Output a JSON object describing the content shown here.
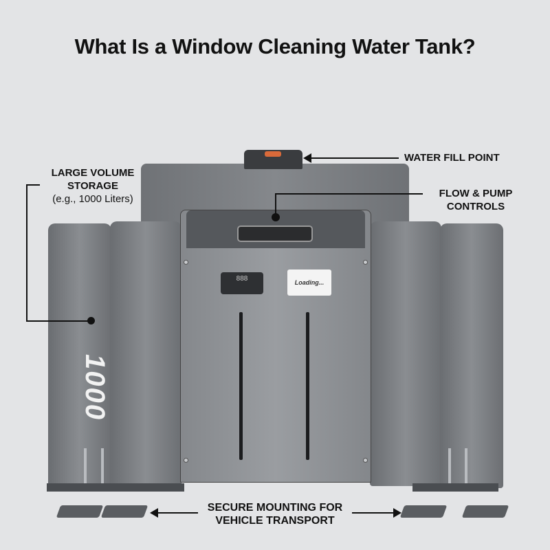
{
  "title": "What Is a Window Cleaning Water Tank?",
  "labels": {
    "fill_point": "WATER FILL POINT",
    "controls_line1": "FLOW & PUMP",
    "controls_line2": "CONTROLS",
    "storage_line1": "LARGE VOLUME",
    "storage_line2": "STORAGE",
    "storage_line3": "(e.g., 1000 Liters)",
    "mounting_line1": "SECURE MOUNTING FOR",
    "mounting_line2": "VEHICLE TRANSPORT"
  },
  "tank": {
    "volume_marking": "1000",
    "display_label": "Loading...",
    "display_digits": "888"
  }
}
